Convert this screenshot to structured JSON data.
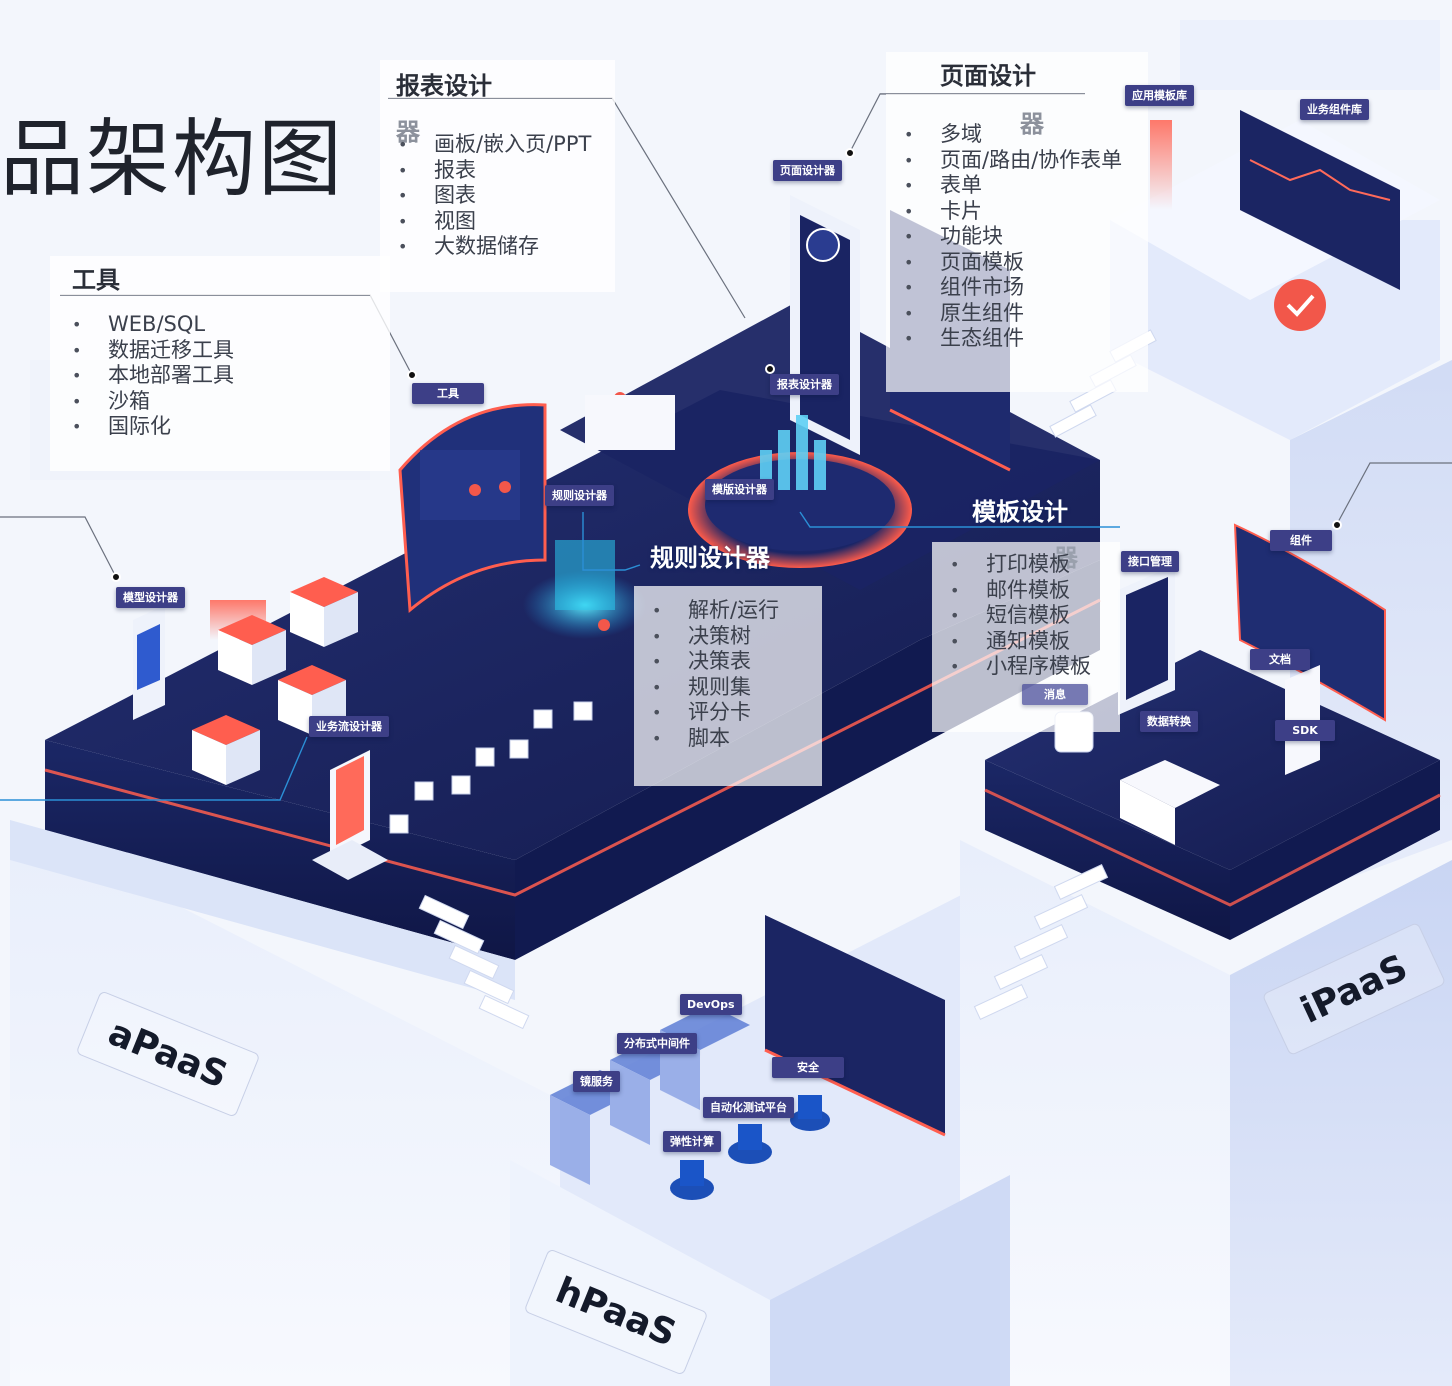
{
  "title": "品架构图",
  "panels": {
    "tools": {
      "title": "工具",
      "items": [
        "WEB/SQL",
        "数据迁移工具",
        "本地部署工具",
        "沙箱",
        "国际化"
      ]
    },
    "report": {
      "title": "报表设计",
      "title_overflow": "器",
      "items": [
        "画板/嵌入页/PPT",
        "报表",
        "图表",
        "视图",
        "大数据储存"
      ]
    },
    "page": {
      "title": "页面设计",
      "title_overflow": "器",
      "items": [
        "多域",
        "页面/路由/协作表单",
        "表单",
        "卡片",
        "功能块",
        "页面模板",
        "组件市场",
        "原生组件",
        "生态组件"
      ]
    },
    "rule": {
      "title": "规则设计器",
      "items": [
        "解析/运行",
        "决策树",
        "决策表",
        "规则集",
        "评分卡",
        "脚本"
      ]
    },
    "template": {
      "title": "模板设计",
      "title_overflow": "器",
      "items": [
        "打印模板",
        "邮件模板",
        "短信模板",
        "通知模板",
        "小程序模板"
      ]
    }
  },
  "tags": {
    "tool": "工具",
    "page_designer": "页面设计器",
    "report_designer": "报表设计器",
    "rule_designer": "规则设计器",
    "template_designer": "模版设计器",
    "model_designer": "模型设计器",
    "flow_designer": "业务流设计器",
    "app_template_lib": "应用模板库",
    "biz_component_lib": "业务组件库",
    "component": "组件",
    "api_mgmt": "接口管理",
    "docs": "文档",
    "message": "消息",
    "data_transform": "数据转换",
    "sdk": "SDK",
    "devops": "DevOps",
    "middleware": "分布式中间件",
    "mirror": "镜服务",
    "security": "安全",
    "autotest": "自动化测试平台",
    "elastic": "弹性计算"
  },
  "pillars": {
    "apaas": "aPaaS",
    "ipaas": "iPaaS",
    "hpaas": "hPaaS"
  },
  "colors": {
    "platform_top": "#1c2563",
    "platform_side": "#16205a",
    "accent_red": "#f2574a",
    "accent_cyan": "#22d3ee",
    "tag_bg": "#3d3f87"
  }
}
